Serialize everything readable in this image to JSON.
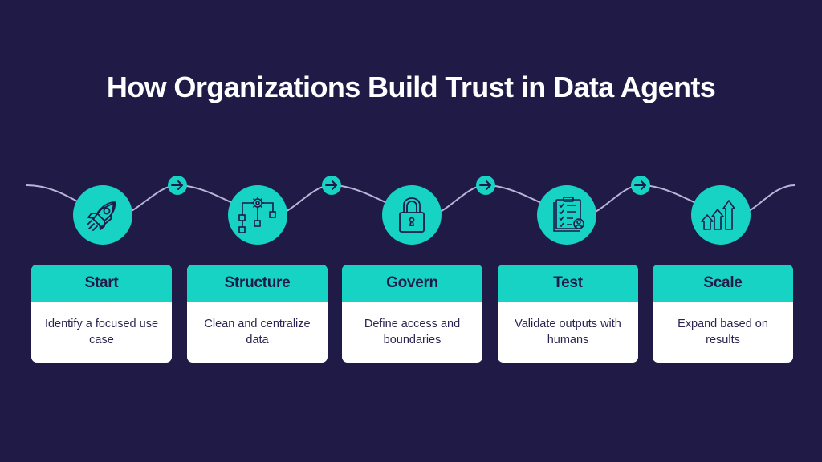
{
  "title": "How Organizations Build Trust in Data Agents",
  "colors": {
    "background": "#201a47",
    "accent": "#16d3c4",
    "icon_stroke": "#1f1a47",
    "connector_line": "#b9b4d6",
    "card_body": "#ffffff"
  },
  "steps": [
    {
      "label": "Start",
      "description": "Identify a focused use case",
      "icon": "rocket-icon"
    },
    {
      "label": "Structure",
      "description": "Clean and centralize data",
      "icon": "gear-hierarchy-icon"
    },
    {
      "label": "Govern",
      "description": "Define access and boundaries",
      "icon": "padlock-icon"
    },
    {
      "label": "Test",
      "description": "Validate outputs with humans",
      "icon": "clipboard-checklist-user-icon"
    },
    {
      "label": "Scale",
      "description": "Expand based on results",
      "icon": "rising-arrows-icon"
    }
  ],
  "connectors": [
    {
      "icon": "arrow-right-icon"
    },
    {
      "icon": "arrow-right-icon"
    },
    {
      "icon": "arrow-right-icon"
    },
    {
      "icon": "arrow-right-icon"
    }
  ]
}
